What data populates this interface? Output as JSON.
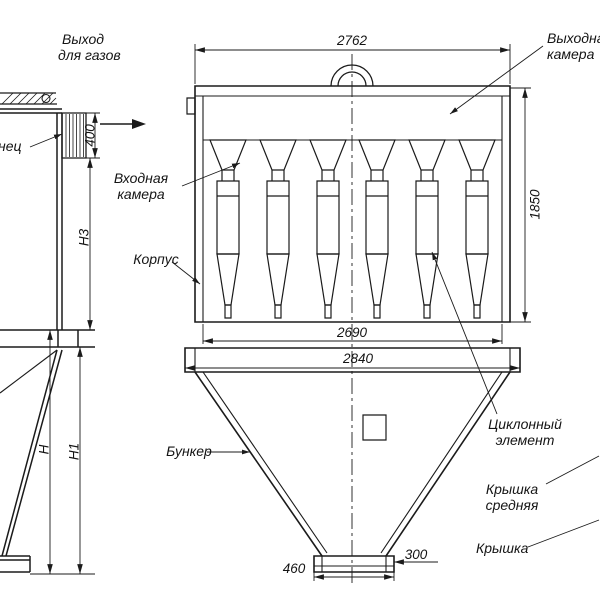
{
  "drawing": {
    "callouts": {
      "gas_outlet": [
        "Выход",
        "для газов"
      ],
      "flange_cut": "нец",
      "inlet_chamber": [
        "Входная",
        "камера"
      ],
      "body": "Корпус",
      "hopper": "Бункер",
      "cyclone_element": [
        "Циклонный",
        "элемент"
      ],
      "cover_middle": [
        "Крышка",
        "средняя"
      ],
      "cover": "Крышка",
      "outlet_chamber": [
        "Выходная",
        "камера"
      ]
    },
    "dims": {
      "top_width": "2762",
      "body_height": "1850",
      "flange_inner": "2690",
      "flange_outer": "2840",
      "bottom_flange": "460",
      "bottom_outlet": "300",
      "gas_duct": "400",
      "h3": "H3",
      "h1": "H1",
      "h": "H"
    },
    "line_color": "#1b1b1b"
  }
}
